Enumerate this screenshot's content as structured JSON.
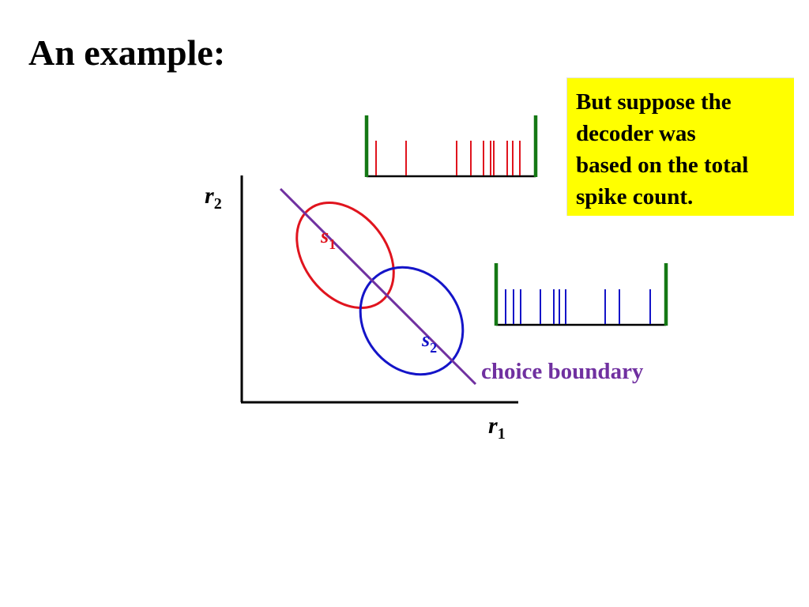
{
  "title": "An example:",
  "note": {
    "lines": [
      "But suppose the",
      "decoder was",
      "based on the total",
      "spike count."
    ],
    "background": "#ffff00"
  },
  "axes": {
    "y_label": "r",
    "y_label_sub": "2",
    "x_label": "r",
    "x_label_sub": "1"
  },
  "stimuli": [
    {
      "label": "s",
      "sub": "1",
      "color": "#e0141e"
    },
    {
      "label": "s",
      "sub": "2",
      "color": "#1414c8"
    }
  ],
  "boundary": {
    "label": "choice boundary",
    "color": "#7030a0"
  },
  "spike_trains": [
    {
      "name": "red-train",
      "color": "#e0141e",
      "bar_color": "#147814"
    },
    {
      "name": "blue-train",
      "color": "#1414c8",
      "bar_color": "#147814"
    }
  ]
}
